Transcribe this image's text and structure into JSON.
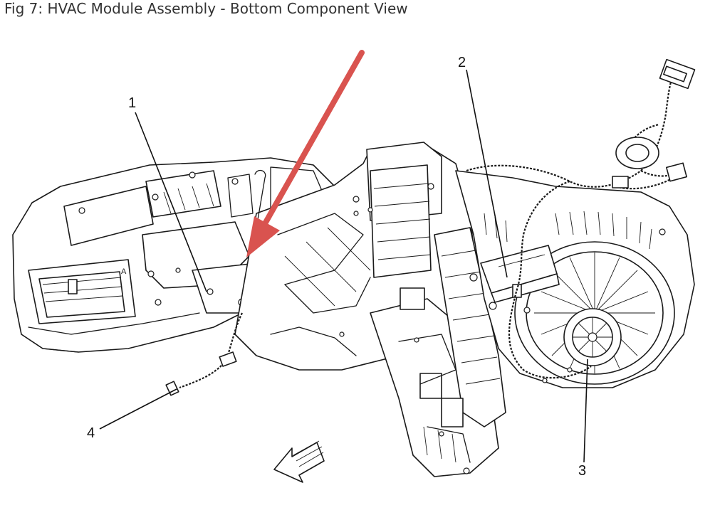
{
  "title": "Fig 7: HVAC Module Assembly - Bottom Component View",
  "callouts": [
    {
      "id": "1"
    },
    {
      "id": "2"
    },
    {
      "id": "3"
    },
    {
      "id": "4"
    }
  ],
  "colors": {
    "highlight_arrow": "#d9534f",
    "line_art": "#1a1a1a",
    "background": "#ffffff"
  }
}
